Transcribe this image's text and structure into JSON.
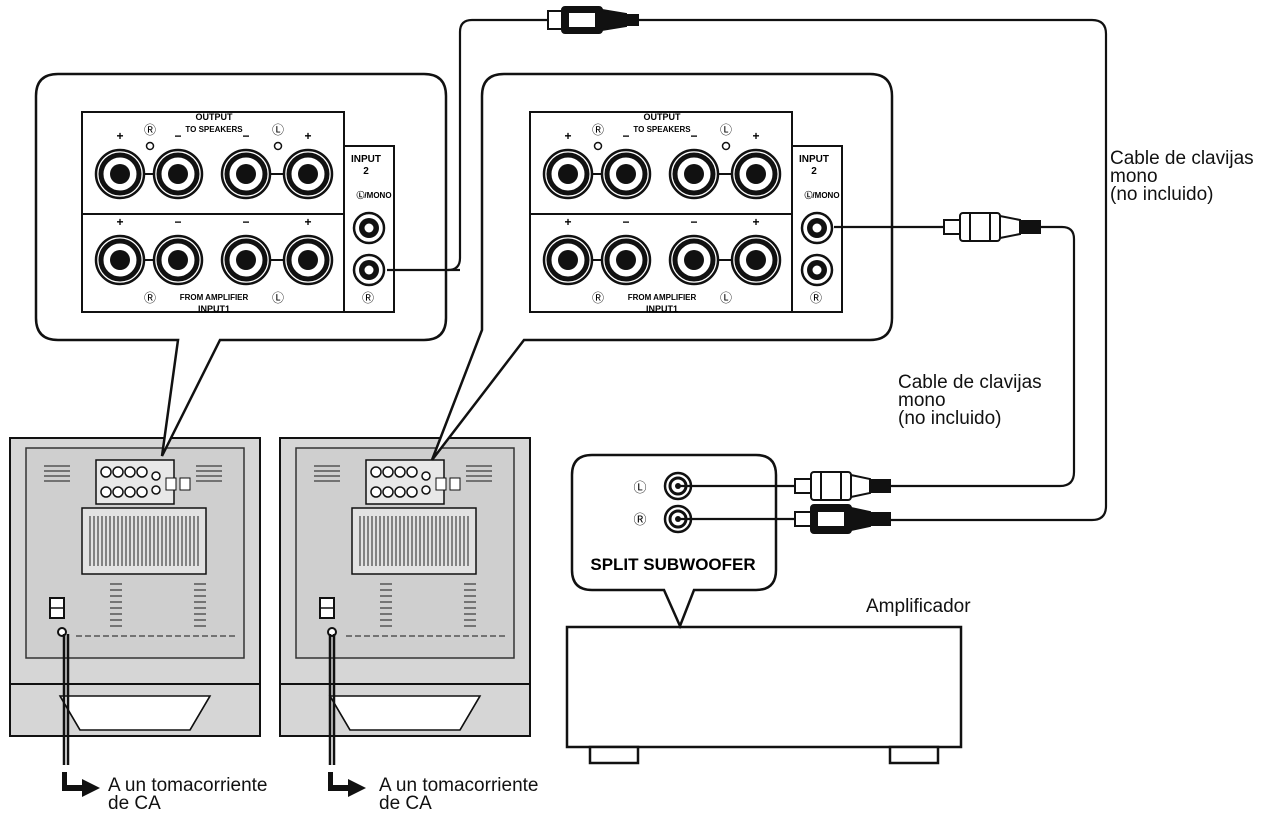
{
  "panel": {
    "output_label": "OUTPUT",
    "to_speakers_label": "TO SPEAKERS",
    "input2_label": "INPUT",
    "input2_number": "2",
    "mono_label": "Ⓛ/MONO",
    "from_amplifier_label": "FROM AMPLIFIER",
    "input1_label": "INPUT1",
    "right_symbol": "Ⓡ",
    "left_symbol": "Ⓛ",
    "plus": "+",
    "minus": "−"
  },
  "amplifier_panel": {
    "title": "SPLIT SUBWOOFER",
    "left_symbol": "Ⓛ",
    "right_symbol": "Ⓡ"
  },
  "labels": {
    "cable_top_right": [
      "Cable de clavijas",
      "mono",
      "(no incluido)"
    ],
    "cable_middle": [
      "Cable de clavijas",
      "mono",
      "(no incluido)"
    ],
    "amplifier": "Amplificador",
    "outlet_left": [
      "A un tomacorriente",
      "de CA"
    ],
    "outlet_right": [
      "A un tomacorriente",
      "de CA"
    ]
  }
}
